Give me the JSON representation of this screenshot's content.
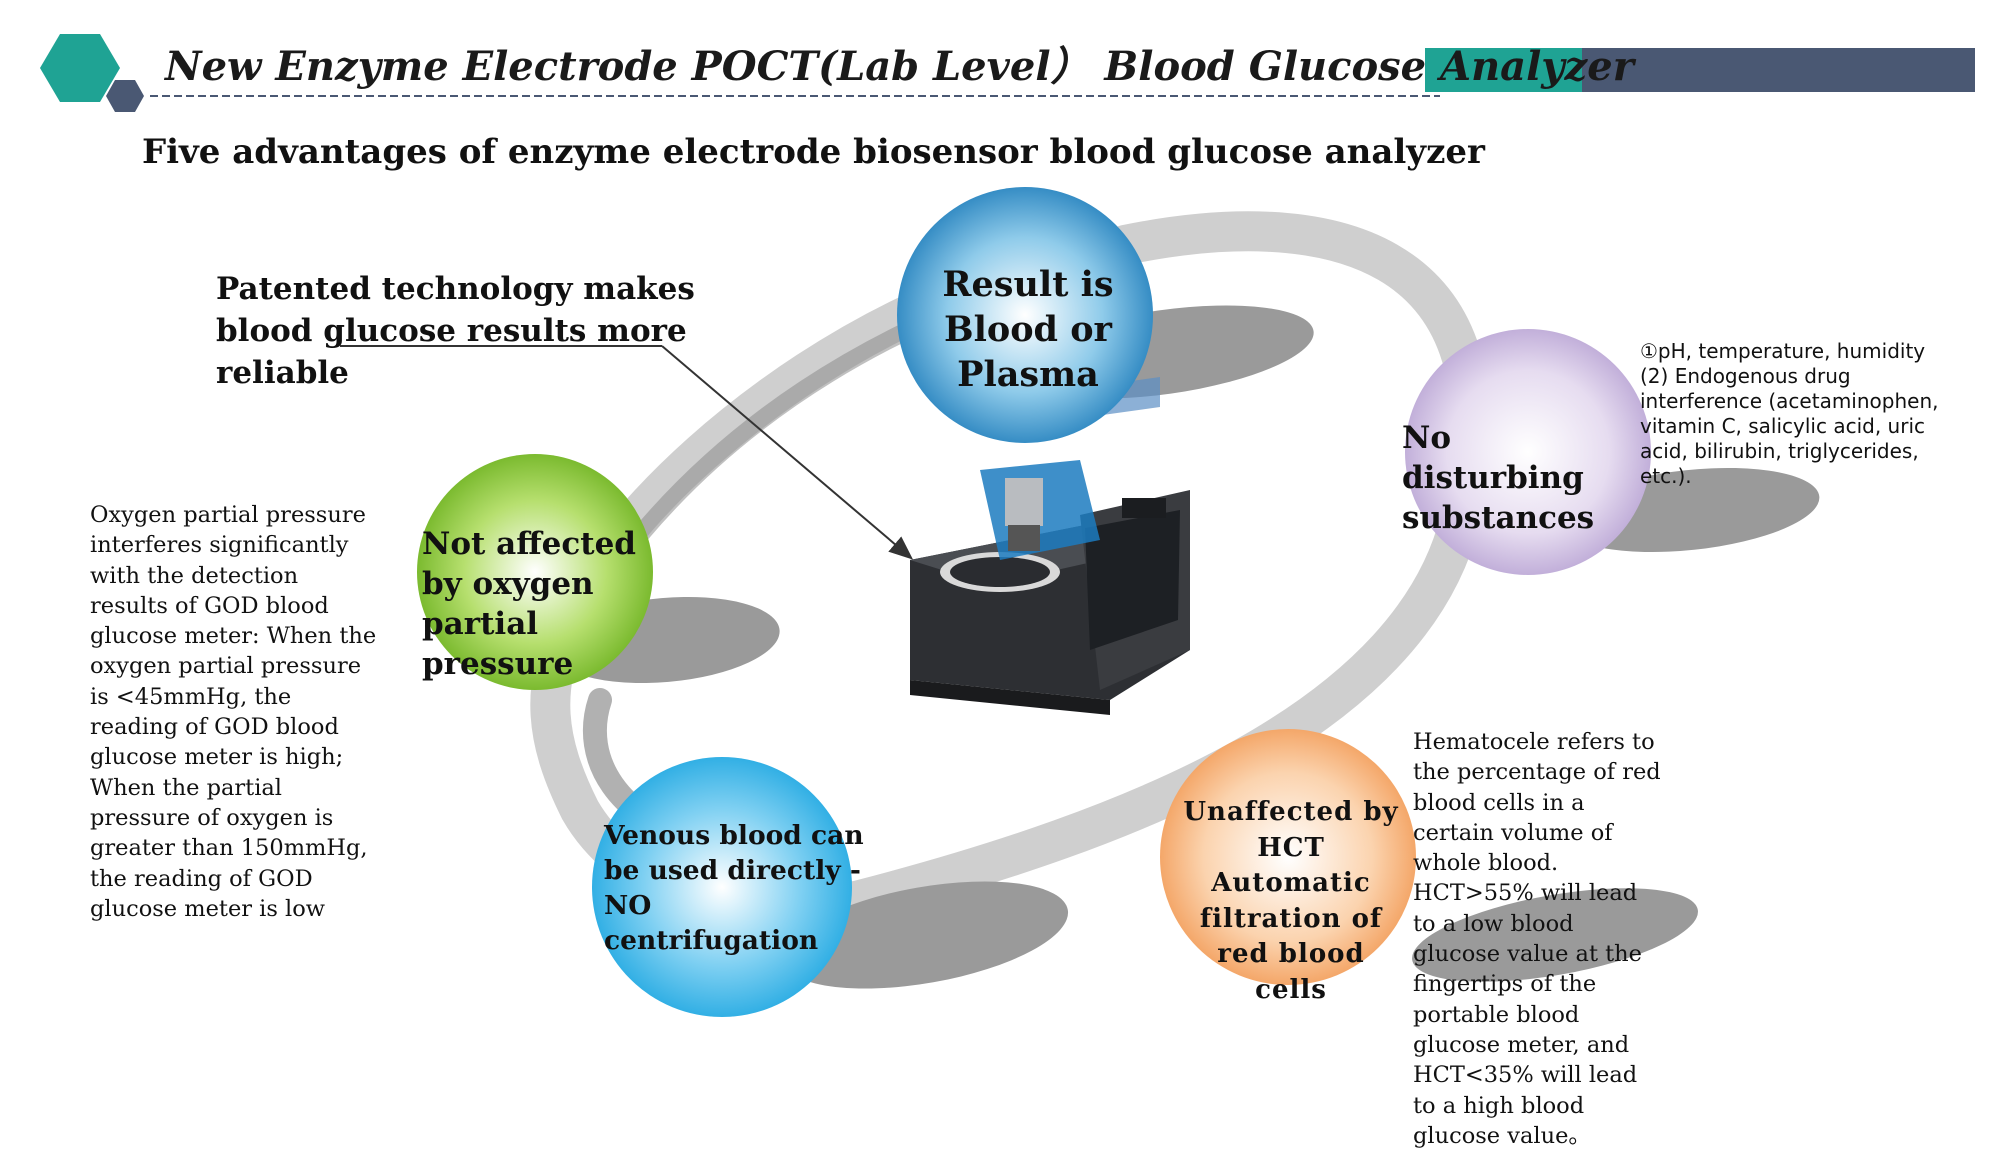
{
  "header": {
    "title": "New Enzyme Electrode POCT(Lab Level） Blood Glucose Analyzer",
    "colors": {
      "teal": "#1fa394",
      "slate": "#4a5873",
      "dash": "#4a5873"
    }
  },
  "subtitle": "Five advantages of enzyme electrode biosensor blood glucose analyzer",
  "patent_note": "Patented technology makes blood glucose results more reliable",
  "advantages": {
    "result": {
      "label": "Result is Blood or Plasma",
      "color": "#2e86c1"
    },
    "disturbing": {
      "label": "No disturbing substances",
      "color": "#c9b8e0"
    },
    "oxygen": {
      "label": "Not affected by oxygen partial pressure",
      "color": "#7cbf2a"
    },
    "venous": {
      "label": "Venous blood can be used directly  -NO centrifugation",
      "color": "#27aee4"
    },
    "hct": {
      "label": "Unaffected by HCT Automatic filtration of red blood cells",
      "color": "#f6b47a"
    }
  },
  "descriptions": {
    "oxygen": "Oxygen partial pressure interferes significantly with the detection results of GOD blood glucose meter: When the oxygen partial pressure is <45mmHg, the reading of GOD blood glucose meter is high; When the partial pressure of oxygen is greater than 150mmHg, the reading of GOD glucose meter is low",
    "hct": "Hematocele refers to the percentage of red blood cells in a certain volume of whole blood. HCT>55% will lead to a low blood glucose value at the fingertips of the portable blood glucose meter, and HCT<35% will lead to a high blood glucose value。",
    "disturbing": "①pH, temperature, humidity (2) Endogenous drug interference (acetaminophen, vitamin C, salicylic acid, uric acid, bilirubin, triglycerides, etc.)."
  }
}
